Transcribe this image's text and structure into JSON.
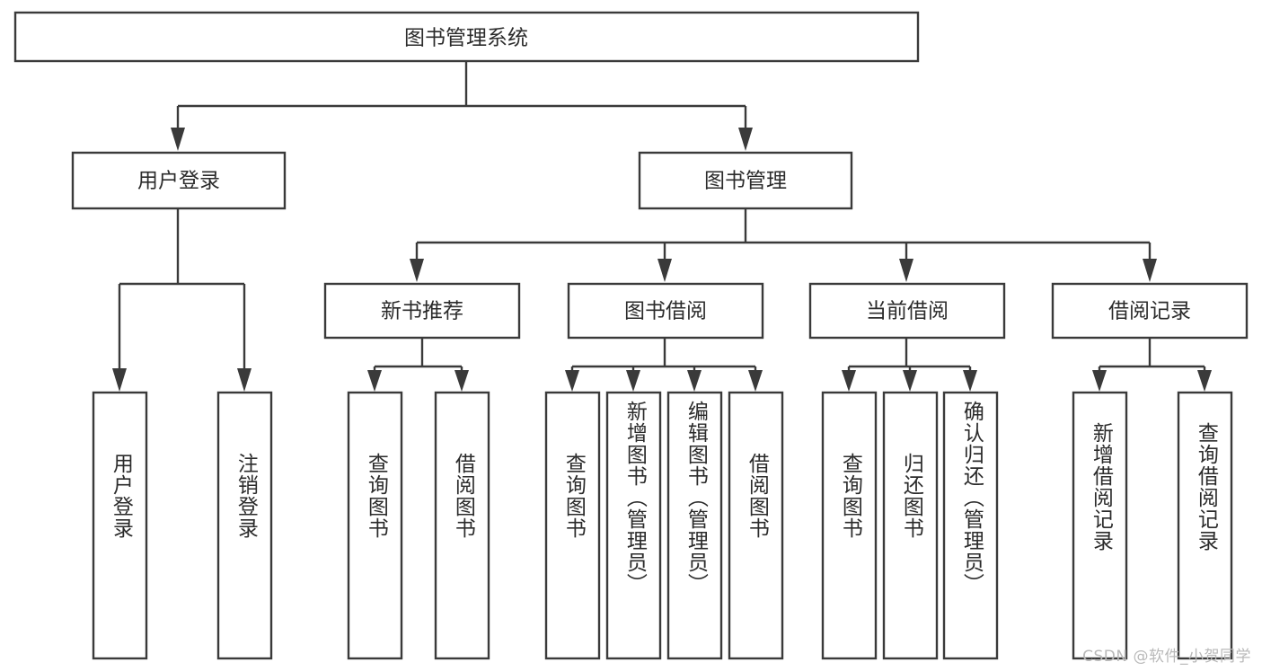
{
  "diagram": {
    "title": "图书管理系统",
    "type": "tree",
    "watermark": "CSDN @软件_小贺同学",
    "colors": {
      "box_stroke": "#3a3a3a",
      "box_fill": "#ffffff",
      "line": "#3a3a3a",
      "text": "#2b2b2b",
      "background": "#ffffff",
      "watermark": "#b9b9b9"
    },
    "root": {
      "label": "图书管理系统"
    },
    "level2": [
      {
        "label": "用户登录"
      },
      {
        "label": "图书管理"
      }
    ],
    "level3": [
      {
        "label": "新书推荐"
      },
      {
        "label": "图书借阅"
      },
      {
        "label": "当前借阅"
      },
      {
        "label": "借阅记录"
      }
    ],
    "leaves": {
      "user_login": [
        {
          "label": "用户登录"
        },
        {
          "label": "注销登录"
        }
      ],
      "new_book_recommend": [
        {
          "label": "查询图书"
        },
        {
          "label": "借阅图书"
        }
      ],
      "book_borrow": [
        {
          "label": "查询图书"
        },
        {
          "label": "新增图书（管理员）"
        },
        {
          "label": "编辑图书（管理员）"
        },
        {
          "label": "借阅图书"
        }
      ],
      "current_borrow": [
        {
          "label": "查询图书"
        },
        {
          "label": "归还图书"
        },
        {
          "label": "确认归还（管理员）"
        }
      ],
      "borrow_record": [
        {
          "label": "新增借阅记录"
        },
        {
          "label": "查询借阅记录"
        }
      ]
    }
  }
}
